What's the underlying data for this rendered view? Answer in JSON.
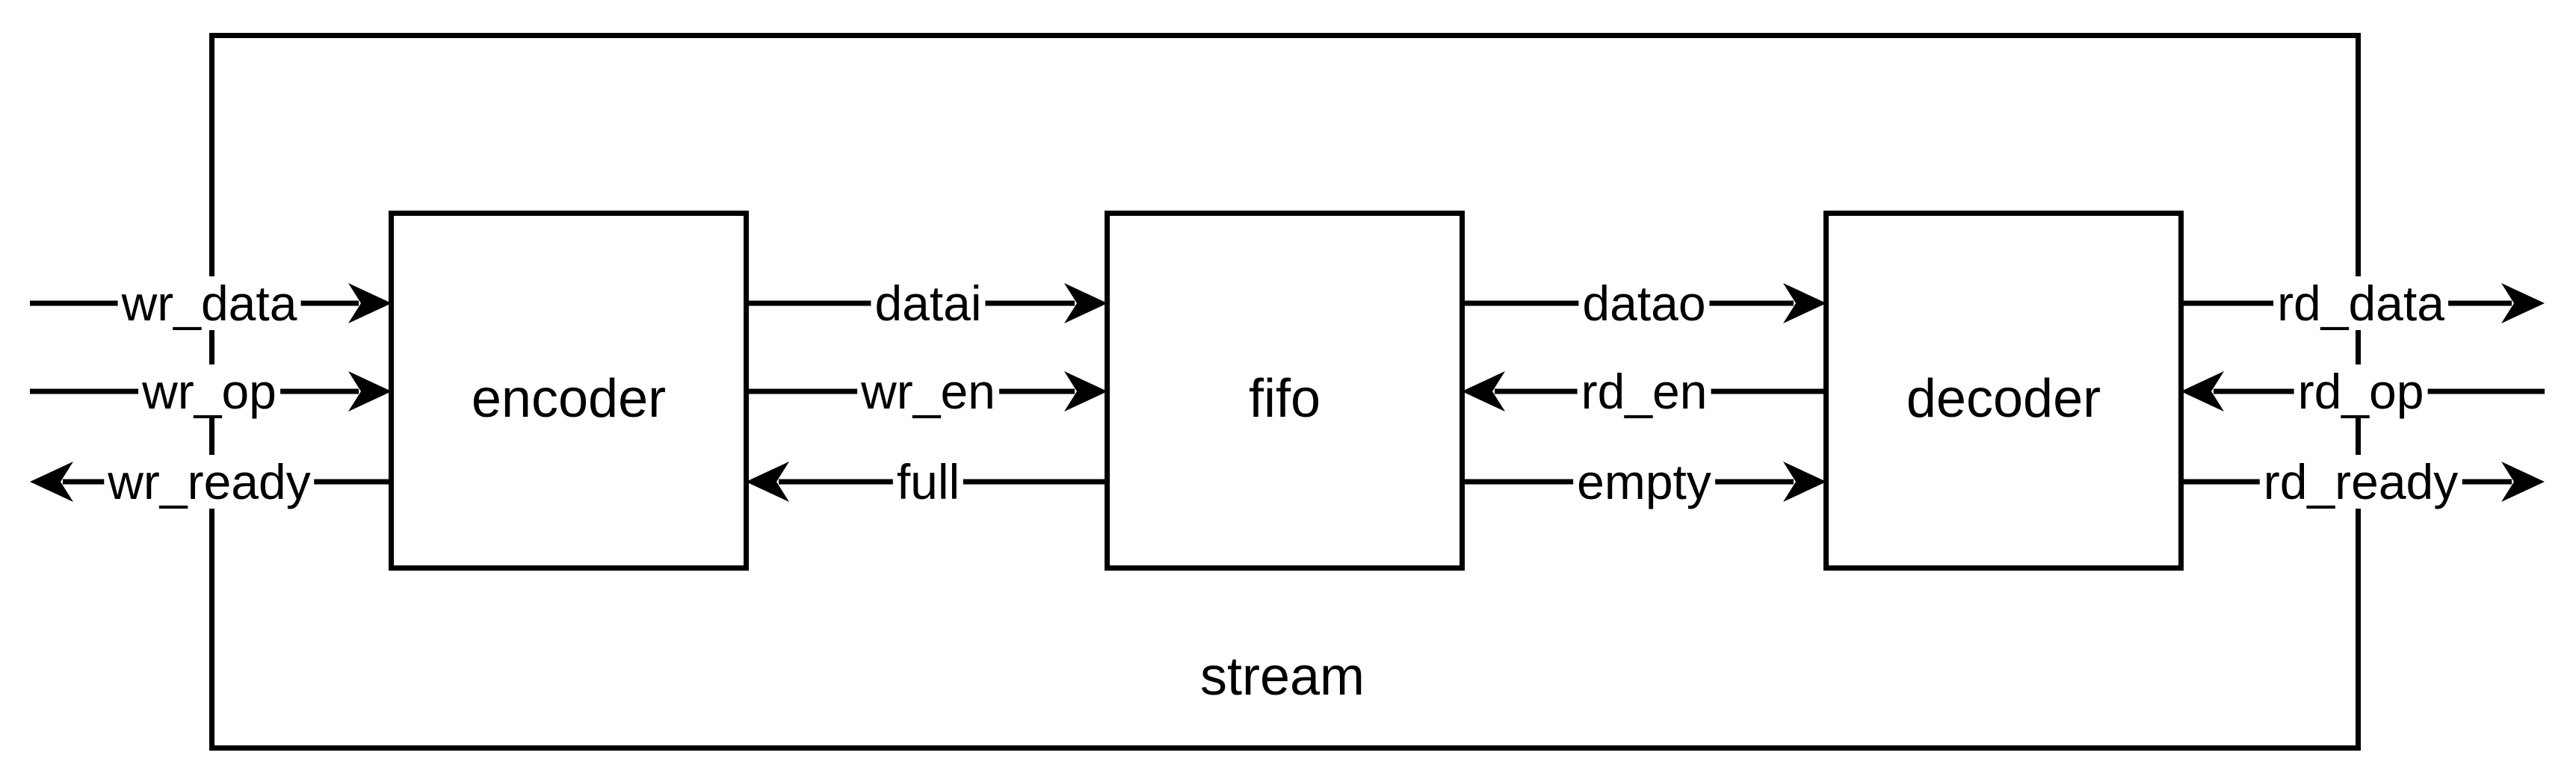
{
  "diagram": {
    "outer_block": {
      "label": "stream"
    },
    "blocks": [
      {
        "name": "encoder"
      },
      {
        "name": "fifo"
      },
      {
        "name": "decoder"
      }
    ],
    "external_left_ports": [
      {
        "label": "wr_data",
        "direction": "input-to-encoder"
      },
      {
        "label": "wr_op",
        "direction": "input-to-encoder"
      },
      {
        "label": "wr_ready",
        "direction": "output-from-encoder"
      }
    ],
    "encoder_fifo_signals": [
      {
        "label": "datai",
        "direction": "encoder-to-fifo"
      },
      {
        "label": "wr_en",
        "direction": "encoder-to-fifo"
      },
      {
        "label": "full",
        "direction": "fifo-to-encoder"
      }
    ],
    "fifo_decoder_signals": [
      {
        "label": "datao",
        "direction": "fifo-to-decoder"
      },
      {
        "label": "rd_en",
        "direction": "decoder-to-fifo"
      },
      {
        "label": "empty",
        "direction": "fifo-to-decoder"
      }
    ],
    "external_right_ports": [
      {
        "label": "rd_data",
        "direction": "output-from-decoder"
      },
      {
        "label": "rd_op",
        "direction": "input-to-decoder"
      },
      {
        "label": "rd_ready",
        "direction": "output-from-decoder"
      }
    ],
    "colors": {
      "ink": "#000000",
      "background": "#ffffff"
    }
  }
}
